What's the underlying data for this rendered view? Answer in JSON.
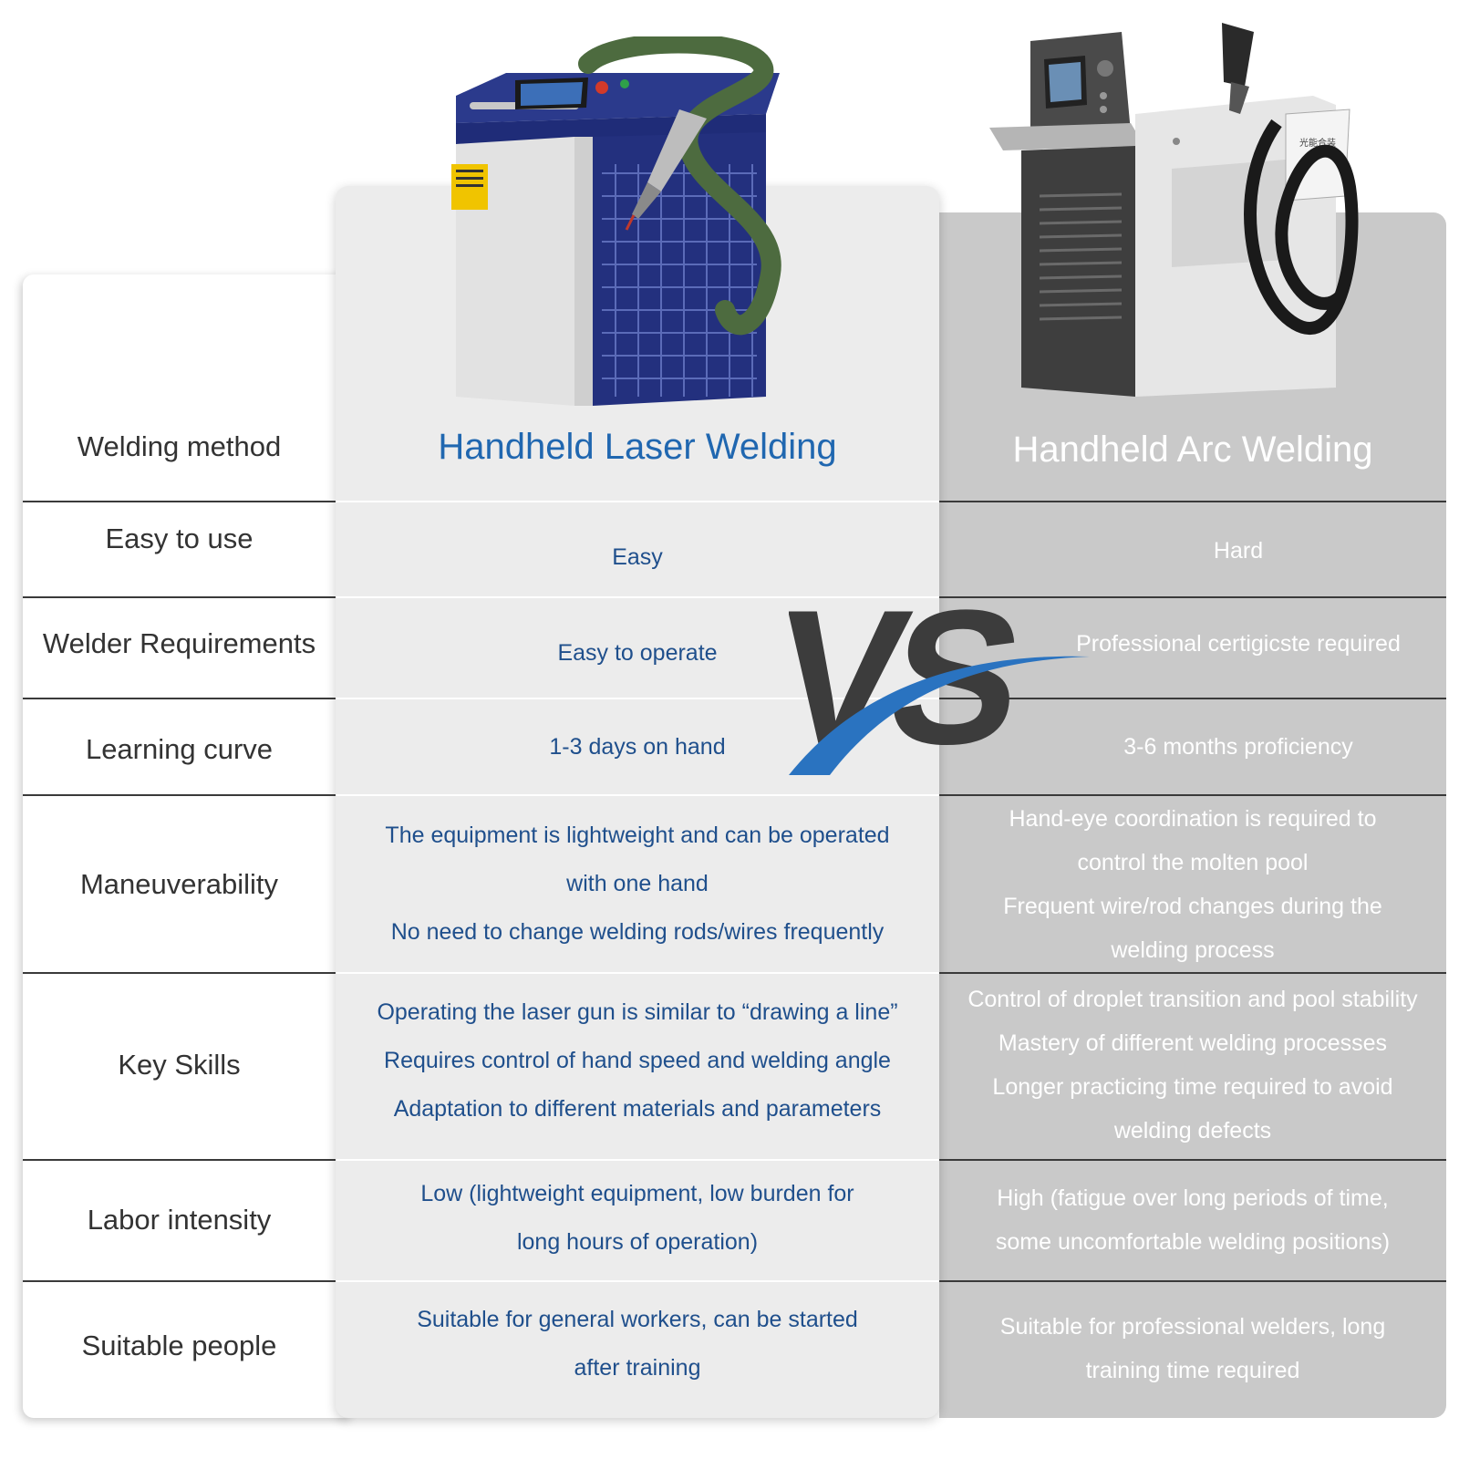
{
  "columns": {
    "laser_title": "Handheld Laser Welding",
    "arc_title": "Handheld Arc Welding",
    "vs_label": "VS"
  },
  "machines": {
    "laser_brand_label": "",
    "arc_brand_label": "光能合装"
  },
  "rows": [
    {
      "label": "Welding method"
    },
    {
      "label": "Easy to use",
      "laser": [
        "Easy"
      ],
      "arc": [
        "Hard"
      ]
    },
    {
      "label": "Welder Requirements",
      "laser": [
        "Easy to operate"
      ],
      "arc": [
        "Professional certigicste required"
      ]
    },
    {
      "label": "Learning curve",
      "laser": [
        "1-3 days on hand"
      ],
      "arc": [
        "3-6 months proficiency"
      ]
    },
    {
      "label": "Maneuverability",
      "laser": [
        "The equipment is lightweight and can be operated",
        "with one hand",
        "No need to change welding rods/wires frequently"
      ],
      "arc": [
        "Hand-eye coordination is required to",
        "control the molten pool",
        "Frequent wire/rod changes during the",
        "welding process"
      ]
    },
    {
      "label": "Key Skills",
      "laser": [
        "Operating the laser gun is similar to “drawing a line”",
        "Requires control of hand speed and welding angle",
        "Adaptation to different materials and parameters"
      ],
      "arc": [
        "Control of droplet transition and pool stability",
        "Mastery of different welding processes",
        "Longer practicing time required to avoid",
        "welding defects"
      ]
    },
    {
      "label": "Labor intensity",
      "laser": [
        "Low (lightweight equipment, low burden for",
        "long hours of operation)"
      ],
      "arc": [
        "High (fatigue over long periods of time,",
        "some uncomfortable welding positions)"
      ]
    },
    {
      "label": "Suitable people",
      "laser": [
        "Suitable for general workers, can be started",
        "after training"
      ],
      "arc": [
        "Suitable for professional welders, long",
        "training time required"
      ]
    }
  ],
  "colors": {
    "laser_text": "#1f4f8c",
    "laser_title": "#2067b0",
    "arc_bg": "#c9c9c9",
    "vs_dark": "#3c3c3c",
    "vs_blue": "#2a73c0"
  }
}
